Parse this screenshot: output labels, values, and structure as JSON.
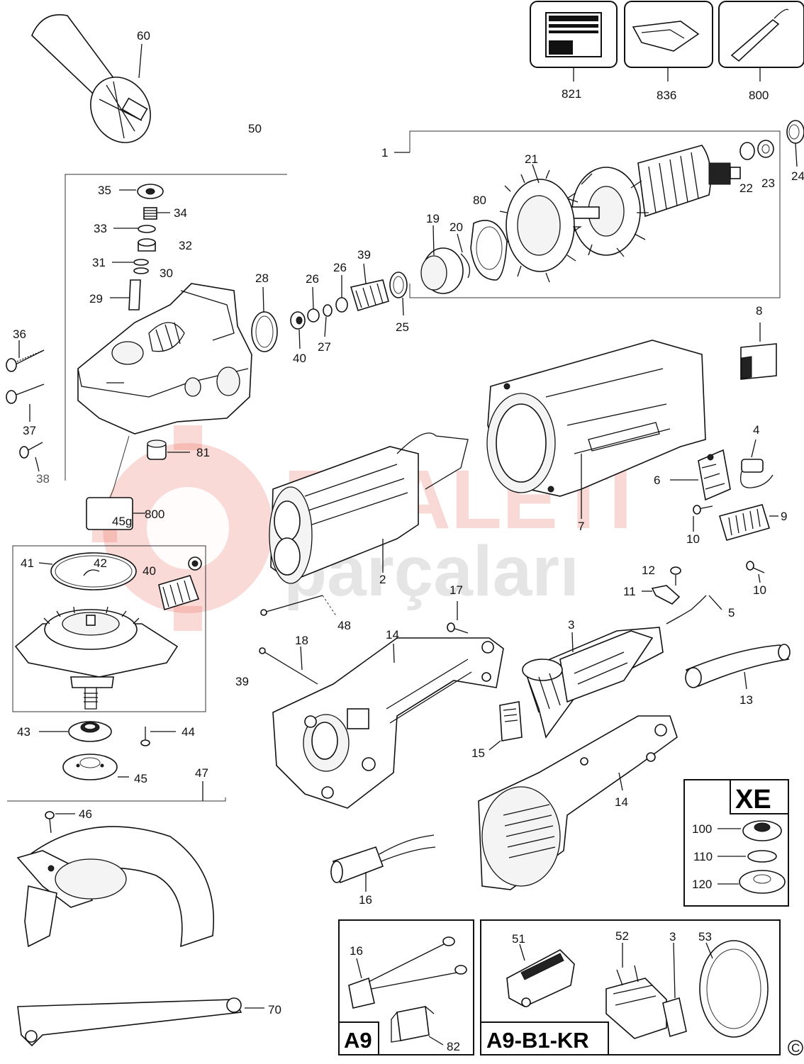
{
  "watermark": {
    "line1": "ELALETI",
    "line2": "parçaları"
  },
  "badges": {
    "xe": "XE",
    "a9": "A9",
    "a9b1kr": "A9-B1-KR"
  },
  "copyright_symbol": "C",
  "labels": {
    "p60": "60",
    "p50": "50",
    "p821": "821",
    "p836": "836",
    "p800a": "800",
    "p1": "1",
    "p21": "21",
    "p22": "22",
    "p23": "23",
    "p24": "24",
    "p80": "80",
    "p19": "19",
    "p20": "20",
    "p35": "35",
    "p34": "34",
    "p33": "33",
    "p32": "32",
    "p31": "31",
    "p30": "30",
    "p29": "29",
    "p28": "28",
    "p26a": "26",
    "p26b": "26",
    "p39a": "39",
    "p25": "25",
    "p27": "27",
    "p40a": "40",
    "p8": "8",
    "p36": "36",
    "p37": "37",
    "p38": "38",
    "p81": "81",
    "p800b": "800",
    "p45g": "45g",
    "p4": "4",
    "p6": "6",
    "p7": "7",
    "p9": "9",
    "p10a": "10",
    "p10b": "10",
    "p41": "41",
    "p42": "42",
    "p40b": "40",
    "p2": "2",
    "p12": "12",
    "p11": "11",
    "p5": "5",
    "p17": "17",
    "p48": "48",
    "p3a": "3",
    "p18": "18",
    "p14a": "14",
    "p39b": "39",
    "p13": "13",
    "p43": "43",
    "p44": "44",
    "p15": "15",
    "p45": "45",
    "p47": "47",
    "p14b": "14",
    "p46": "46",
    "p100": "100",
    "p110": "110",
    "p120": "120",
    "p16a": "16",
    "p16b": "16",
    "p51": "51",
    "p52": "52",
    "p3b": "3",
    "p53": "53",
    "p70": "70",
    "p82": "82"
  }
}
